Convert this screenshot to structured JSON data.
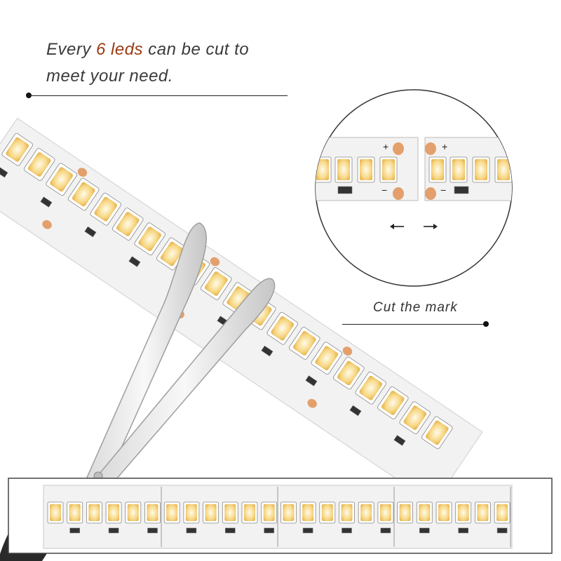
{
  "headline": {
    "line1_prefix": "Every ",
    "line1_highlight": "6 leds",
    "line1_suffix": " can be cut to",
    "line2": "meet your need."
  },
  "caption": "Cut the mark",
  "labels": {
    "plus": "+",
    "minus": "−"
  },
  "colors": {
    "led_warm": "#f7d784",
    "led_core": "#fff6d8",
    "pad_copper": "#e3a06c",
    "pcb_white": "#f3f3f3",
    "headline_highlight": "#9a3a14",
    "text_dark": "#333333"
  },
  "icons": {
    "scissors": "scissors-icon",
    "arrow_left": "arrow-left-icon",
    "arrow_right": "arrow-right-icon"
  }
}
